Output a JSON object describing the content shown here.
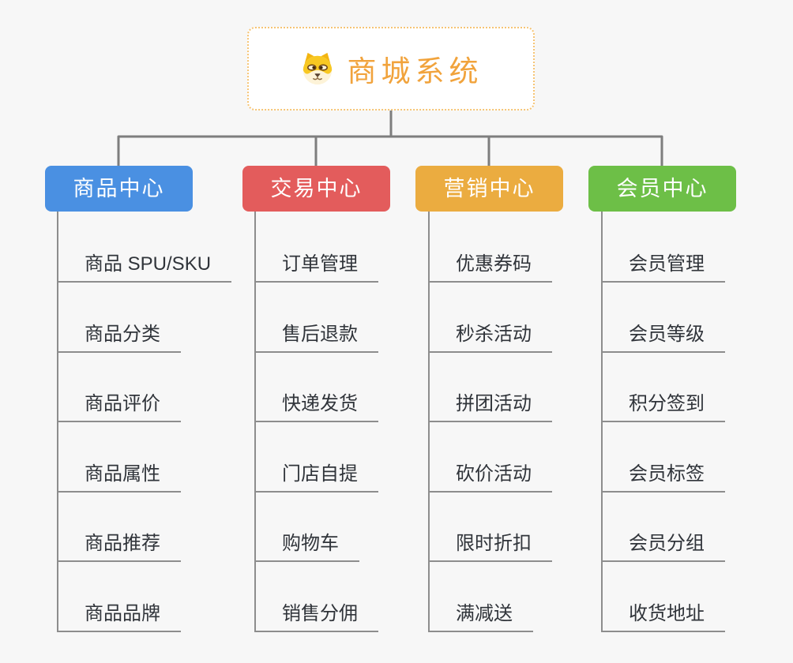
{
  "page": {
    "background_color": "#f7f7f7",
    "connector_color": "#7e7e7e",
    "child_line_color": "#8d8d8d",
    "child_text_color": "#30343a"
  },
  "root": {
    "title": "商城系统",
    "icon": "dog-face-icon",
    "text_color": "#f1a33c",
    "border_color": "#f6c474"
  },
  "branches": [
    {
      "label": "商品中心",
      "color": "#4a90e2",
      "items": [
        "商品 SPU/SKU",
        "商品分类",
        "商品评价",
        "商品属性",
        "商品推荐",
        "商品品牌"
      ]
    },
    {
      "label": "交易中心",
      "color": "#e35c5c",
      "items": [
        "订单管理",
        "售后退款",
        "快递发货",
        "门店自提",
        "购物车",
        "销售分佣"
      ]
    },
    {
      "label": "营销中心",
      "color": "#ebac40",
      "items": [
        "优惠券码",
        "秒杀活动",
        "拼团活动",
        "砍价活动",
        "限时折扣",
        "满减送"
      ]
    },
    {
      "label": "会员中心",
      "color": "#6dbf47",
      "items": [
        "会员管理",
        "会员等级",
        "积分签到",
        "会员标签",
        "会员分组",
        "收货地址"
      ]
    }
  ]
}
